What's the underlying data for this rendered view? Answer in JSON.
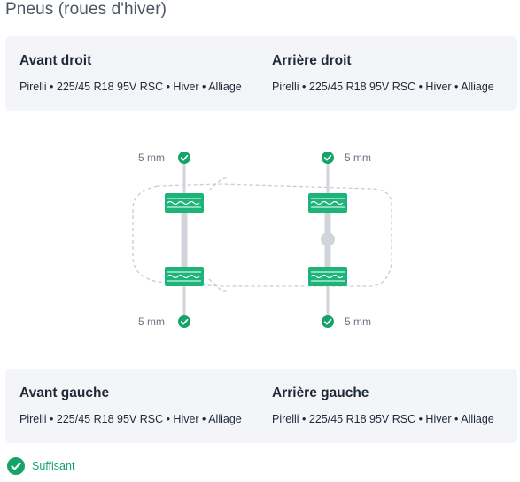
{
  "page": {
    "title": "Pneus (roues d'hiver)"
  },
  "tires": {
    "front_right": {
      "label": "Avant droit",
      "spec": "Pirelli • 225/45 R18 95V RSC • Hiver • Alliage",
      "depth": "5 mm"
    },
    "rear_right": {
      "label": "Arrière droit",
      "spec": "Pirelli • 225/45 R18 95V RSC • Hiver • Alliage",
      "depth": "5 mm"
    },
    "front_left": {
      "label": "Avant gauche",
      "spec": "Pirelli • 225/45 R18 95V RSC • Hiver • Alliage",
      "depth": "5 mm"
    },
    "rear_left": {
      "label": "Arrière gauche",
      "spec": "Pirelli • 225/45 R18 95V RSC • Hiver • Alliage",
      "depth": "5 mm"
    }
  },
  "status": {
    "label": "Suffisant",
    "icon": "check-circle-icon",
    "color": "#16a36a"
  },
  "colors": {
    "tire": "#1db47a",
    "ok": "#16a36a",
    "axle": "#d1d5db",
    "outline": "#c8ccd2"
  }
}
